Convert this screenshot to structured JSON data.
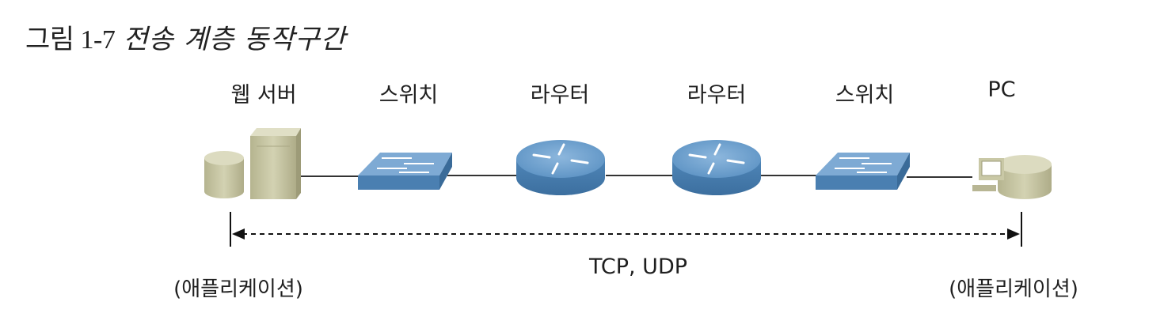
{
  "figure": {
    "number": "그림 1-7",
    "title": "전송 계층 동작구간"
  },
  "devices": [
    {
      "label": "웹 서버",
      "icon": "web-server-icon"
    },
    {
      "label": "스위치",
      "icon": "switch-icon"
    },
    {
      "label": "라우터",
      "icon": "router-icon"
    },
    {
      "label": "라우터",
      "icon": "router-icon"
    },
    {
      "label": "스위치",
      "icon": "switch-icon"
    },
    {
      "label": "PC",
      "icon": "pc-icon"
    }
  ],
  "span": {
    "protocol_label": "TCP, UDP",
    "left_endpoint": "(애플리케이션)",
    "right_endpoint": "(애플리케이션)"
  },
  "colors": {
    "device_blue": "#5b8fbf",
    "device_beige": "#c9c8a6",
    "link_line": "#333333"
  }
}
